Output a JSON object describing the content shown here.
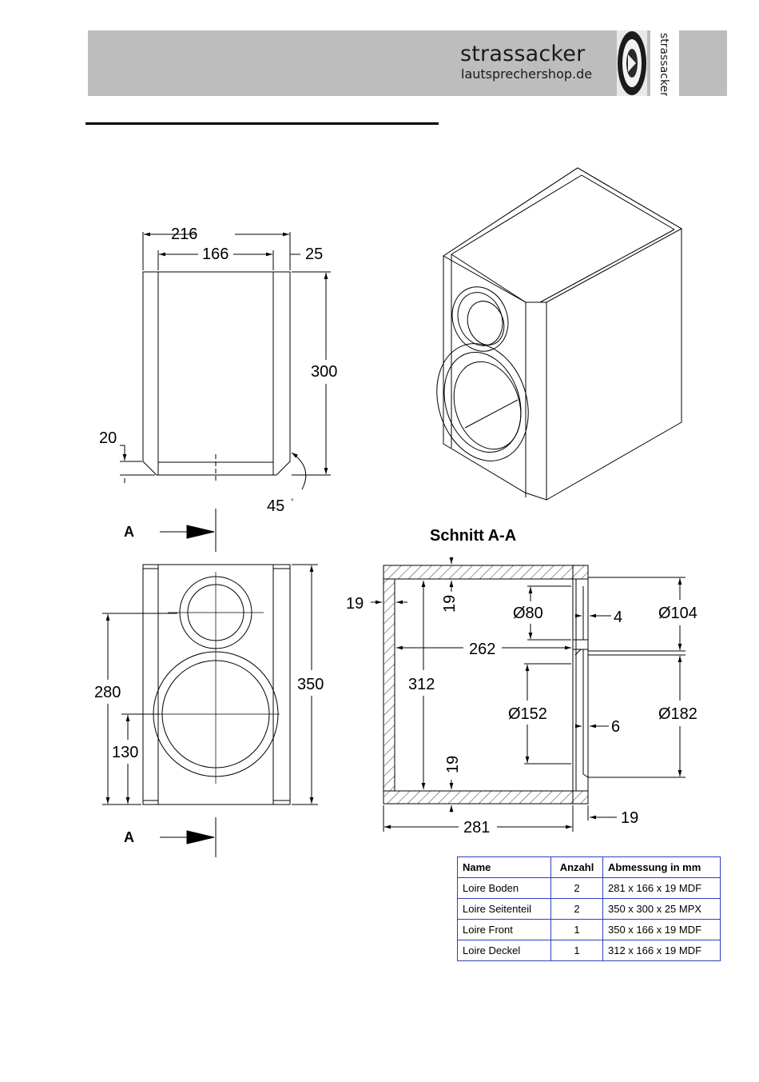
{
  "header": {
    "brand_name": "strassacker",
    "brand_url": "lautsprechershop.de",
    "logo_text": "strassacker"
  },
  "section": {
    "title": "Schnitt A-A",
    "marker_top": "A",
    "marker_bottom": "A"
  },
  "top_view": {
    "width_total": "216",
    "width_inner": "166",
    "side_thickness": "25",
    "depth": "300",
    "chamfer": "20",
    "angle": "45"
  },
  "front_view": {
    "height": "350",
    "tweeter_height": "280",
    "woofer_height": "130"
  },
  "section_view": {
    "wall_left": "19",
    "wall_top": "19",
    "wall_bottom": "19",
    "inner_depth": "262",
    "inner_height": "312",
    "outer_depth": "281",
    "front_thickness": "19",
    "tweeter_cut": "Ø80",
    "tweeter_recess": "4",
    "tweeter_flange": "Ø104",
    "woofer_cut": "Ø152",
    "woofer_recess": "6",
    "woofer_flange": "Ø182"
  },
  "parts_table": {
    "headers": [
      "Name",
      "Anzahl",
      "Abmessung in mm"
    ],
    "rows": [
      [
        "Loire Boden",
        "2",
        "281 x 166 x 19 MDF"
      ],
      [
        "Loire Seitenteil",
        "2",
        "350 x 300 x 25 MPX"
      ],
      [
        "Loire Front",
        "1",
        "350 x 166 x 19 MDF"
      ],
      [
        "Loire Deckel",
        "1",
        "312 x 166 x 19 MDF"
      ]
    ]
  },
  "colors": {
    "header_bg": "#bdbdbd",
    "table_border": "#2e3fbf"
  }
}
